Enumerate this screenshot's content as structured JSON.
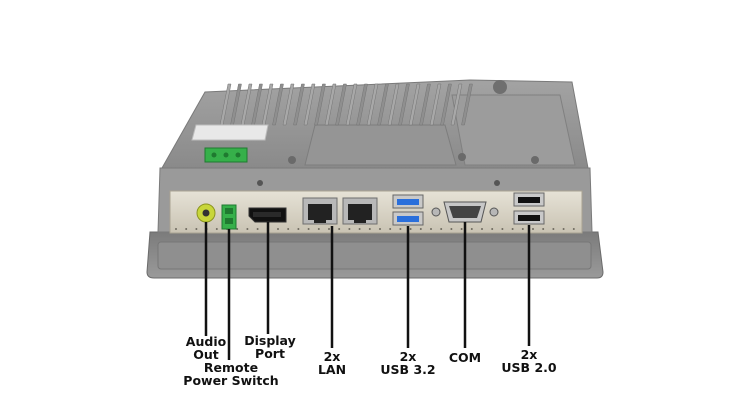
{
  "product": {
    "panel_color": "#8d8d8d",
    "port_plate_color": "#d9d4c6"
  },
  "callouts": [
    {
      "id": "audio-out",
      "lines": [
        "Audio",
        "Out"
      ],
      "icon": "audio-jack"
    },
    {
      "id": "remote-power-switch",
      "lines": [
        "Remote",
        "Power Switch"
      ],
      "icon": "terminal-block"
    },
    {
      "id": "display-port",
      "lines": [
        "Display",
        "Port"
      ],
      "icon": "displayport"
    },
    {
      "id": "lan",
      "lines": [
        "2x",
        "LAN"
      ],
      "icon": "rj45"
    },
    {
      "id": "usb-3-2",
      "lines": [
        "2x",
        "USB 3.2"
      ],
      "icon": "usb-blue"
    },
    {
      "id": "com",
      "lines": [
        "COM"
      ],
      "icon": "db9"
    },
    {
      "id": "usb-2-0",
      "lines": [
        "2x",
        "USB 2.0"
      ],
      "icon": "usb-black"
    }
  ],
  "colors": {
    "line": "#111111",
    "text": "#111111",
    "usb3": "#2a6fdb",
    "green_connector": "#36b04a",
    "jack": "#c8d63a"
  }
}
